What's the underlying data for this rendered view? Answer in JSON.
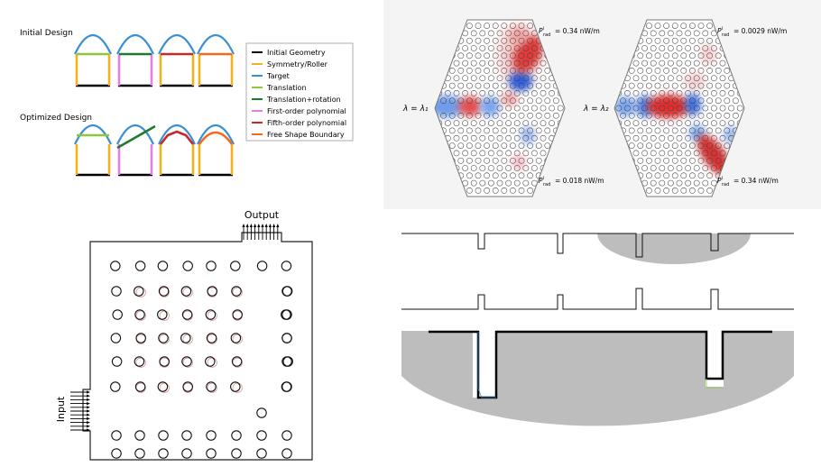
{
  "shape_panel": {
    "initial_label": "Initial Design",
    "optimized_label": "Optimized Design",
    "legend": [
      {
        "label": "Initial Geometry",
        "color": "#000000"
      },
      {
        "label": "Symmetry/Roller",
        "color": "#f2b21b"
      },
      {
        "label": "Target",
        "color": "#3a8fd4"
      },
      {
        "label": "Translation",
        "color": "#8dc63f"
      },
      {
        "label": "Translation+rotation",
        "color": "#1f7a2e"
      },
      {
        "label": "First-order polynomial",
        "color": "#e87de8"
      },
      {
        "label": "Fifth-order polynomial",
        "color": "#c62828"
      },
      {
        "label": "Free Shape Boundary",
        "color": "#f26a21"
      }
    ]
  },
  "hex_panel": {
    "left_label": "λ = λ₁",
    "right_label": "λ = λ₂",
    "left_top_value": "= 0.34 nW/m",
    "left_bottom_value": "= 0.018 nW/m",
    "right_top_value": "= 0.0029 nW/m",
    "right_bottom_value": "= 0.34 nW/m",
    "power_symbol": "P",
    "power_sub": "rad",
    "power_sup": "i"
  },
  "grid_panel": {
    "input_label": "Input",
    "output_label": "Output"
  },
  "colors": {
    "field_red": "#e23a3a",
    "field_blue": "#2f6fe0",
    "gray_region": "#bdbdbd",
    "hex_bg": "#f4f4f4"
  }
}
